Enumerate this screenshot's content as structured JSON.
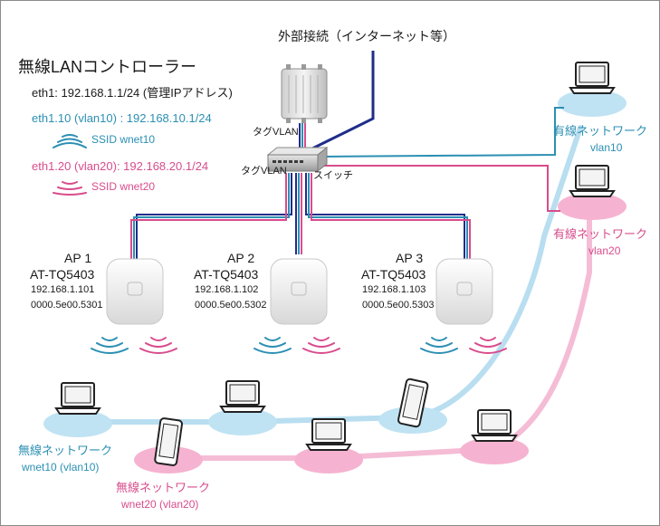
{
  "title": "無線LANコントローラー",
  "internet_label": "外部接続（インターネット等）",
  "controller": {
    "eth1": "eth1: 192.168.1.1/24 (管理IPアドレス)",
    "eth1_10": "eth1.10 (vlan10) : 192.168.10.1/24",
    "ssid10": "SSID wnet10",
    "eth1_20": "eth1.20 (vlan20): 192.168.20.1/24",
    "ssid20": "SSID wnet20"
  },
  "tag_vlan_label": "タグVLAN",
  "switch_label": "スイッチ",
  "aps": [
    {
      "name": "AP 1",
      "model": "AT-TQ5403",
      "ip": "192.168.1.101",
      "mac": "0000.5e00.5301"
    },
    {
      "name": "AP 2",
      "model": "AT-TQ5403",
      "ip": "192.168.1.102",
      "mac": "0000.5e00.5302"
    },
    {
      "name": "AP 3",
      "model": "AT-TQ5403",
      "ip": "192.168.1.103",
      "mac": "0000.5e00.5303"
    }
  ],
  "wired": {
    "vlan10_label": "有線ネットワーク",
    "vlan10_sub": "vlan10",
    "vlan20_label": "有線ネットワーク",
    "vlan20_sub": "vlan20"
  },
  "wireless": {
    "wnet10_label": "無線ネットワーク",
    "wnet10_sub": "wnet10 (vlan10)",
    "wnet20_label": "無線ネットワーク",
    "wnet20_sub": "wnet20 (vlan20)"
  },
  "colors": {
    "vlan10": "#2b8fb3",
    "vlan20": "#d84c8c",
    "uplink": "#1f2d8a",
    "vlan10_light": "#a8d8ee",
    "vlan20_light": "#f2a9c9"
  }
}
